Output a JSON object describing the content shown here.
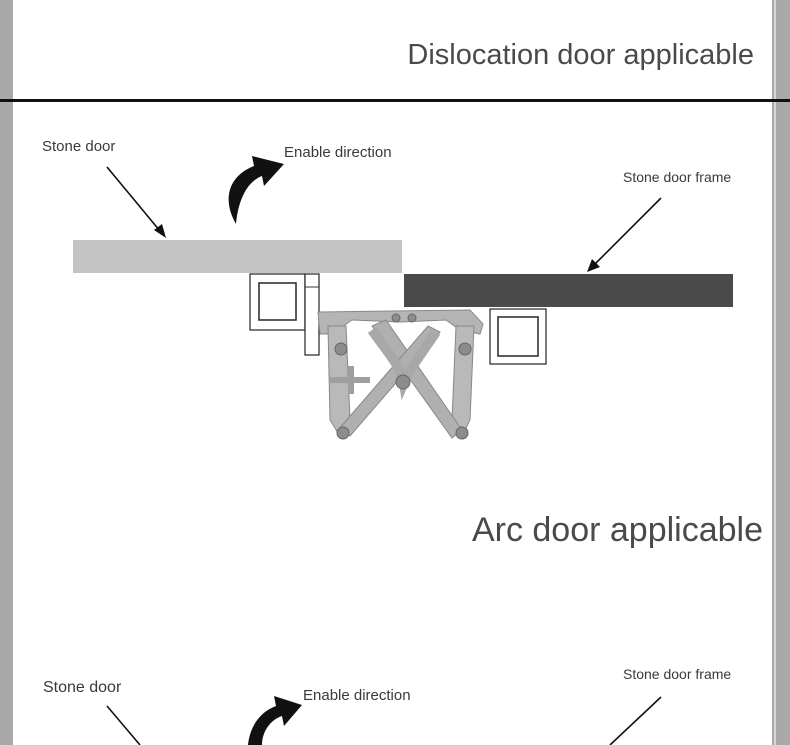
{
  "section1": {
    "title": "Dislocation door applicable",
    "stone_door_label": "Stone door",
    "enable_direction_label": "Enable direction",
    "stone_door_frame_label": "Stone door frame"
  },
  "section2": {
    "title": "Arc door applicable",
    "stone_door_label": "Stone door",
    "enable_direction_label": "Enable direction",
    "stone_door_frame_label": "Stone door frame"
  },
  "colors": {
    "stone_door": "#c4c4c4",
    "stone_door_frame": "#4a4a4a",
    "hinge_metal": "#b5b5b5",
    "heading_text": "#4a4a4a",
    "divider": "#111111"
  },
  "icons": [
    "curved-arrow-icon",
    "pointer-arrow-icon",
    "hinge-icon"
  ]
}
